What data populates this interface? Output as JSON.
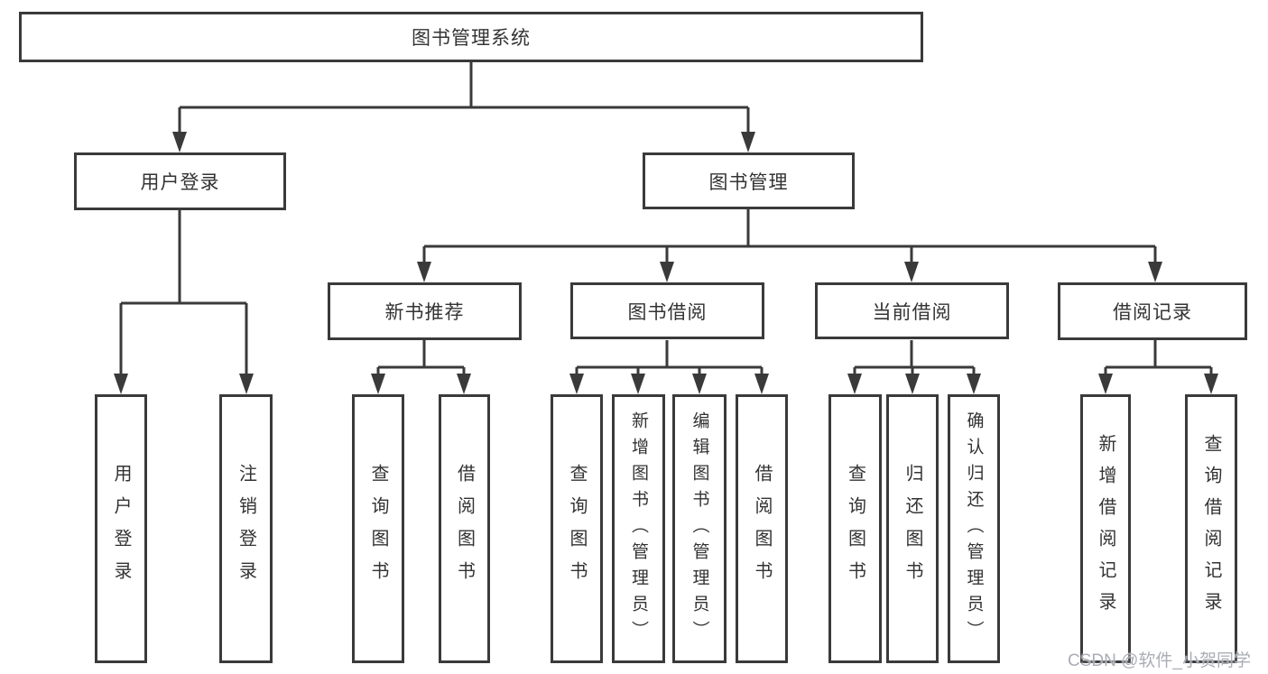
{
  "diagram": {
    "root": {
      "label": "图书管理系统"
    },
    "level2": {
      "user_login": {
        "label": "用户登录"
      },
      "book_management": {
        "label": "图书管理"
      }
    },
    "level3": {
      "new_book_recommend": {
        "label": "新书推荐"
      },
      "book_borrow": {
        "label": "图书借阅"
      },
      "current_borrow": {
        "label": "当前借阅"
      },
      "borrow_records": {
        "label": "借阅记录"
      }
    },
    "leaves": {
      "user_login": {
        "label": "用户登录"
      },
      "logout": {
        "label": "注销登录"
      },
      "nbr_query_books": {
        "label": "查询图书"
      },
      "nbr_borrow_books": {
        "label": "借阅图书"
      },
      "bb_query_books": {
        "label": "查询图书"
      },
      "bb_add_books": {
        "label": "新增图书（管理员）"
      },
      "bb_edit_books": {
        "label": "编辑图书（管理员）"
      },
      "bb_borrow_books": {
        "label": "借阅图书"
      },
      "cb_query_books": {
        "label": "查询图书"
      },
      "cb_return_books": {
        "label": "归还图书"
      },
      "cb_confirm_return": {
        "label": "确认归还（管理员）"
      },
      "br_add_record": {
        "label": "新增借阅记录"
      },
      "br_query_record": {
        "label": "查询借阅记录"
      }
    }
  },
  "watermark": {
    "text": "CSDN @软件_小贺同学"
  },
  "colors": {
    "line": "#3a3a3a",
    "text": "#333333",
    "watermark": "#aaadb5",
    "background": "#ffffff"
  }
}
